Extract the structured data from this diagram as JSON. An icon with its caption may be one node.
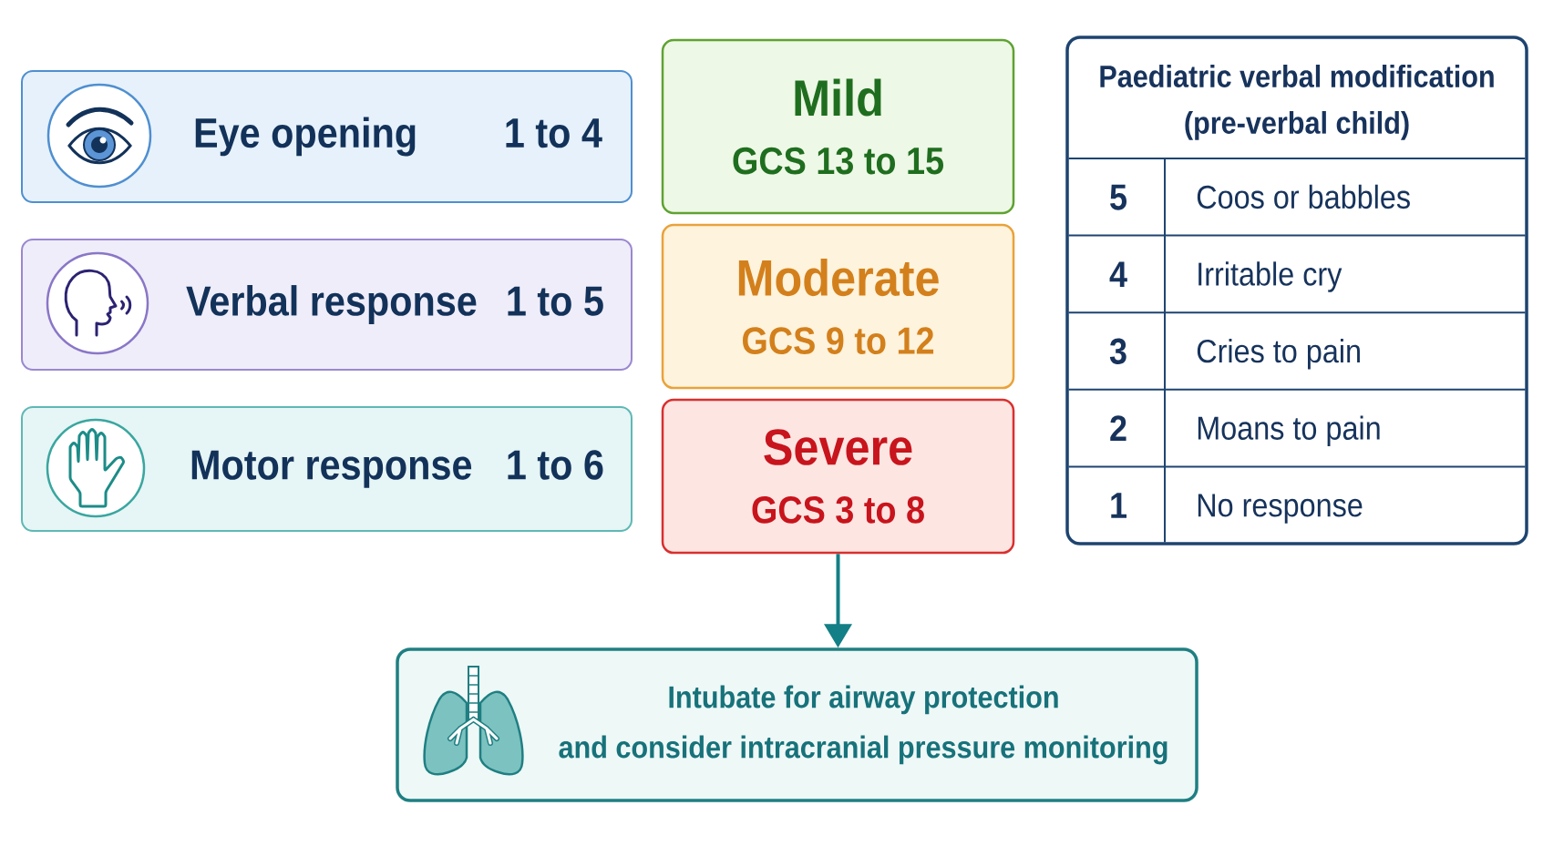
{
  "diagram": {
    "nodes": [
      {
        "text": [
          "Eye opening",
          "1 to 4"
        ]
      },
      {
        "text": [
          "Verbal response",
          "1 to 5"
        ]
      },
      {
        "text": [
          "Motor response",
          "1 to 6"
        ]
      },
      {
        "text": [
          "Mild",
          "GCS 13 to 15"
        ]
      },
      {
        "text": [
          "Moderate",
          "GCS 9 to 12"
        ]
      },
      {
        "text": [
          "Severe",
          "GCS 3 to 8"
        ]
      },
      {
        "text": [
          "Paediatric verbal modification (pre-verbal child)"
        ]
      },
      {
        "text": [
          "Intubate for airway protection and consider intracranial pressure monitoring"
        ]
      }
    ],
    "edges": [
      {
        "from": 5,
        "to": 7,
        "arrow": "to"
      }
    ],
    "labels": [
      "5",
      "Coos or babbles",
      "4",
      "Irritable cry",
      "3",
      "Cries to pain",
      "2",
      "Moans to pain",
      "1",
      "No response"
    ]
  }
}
